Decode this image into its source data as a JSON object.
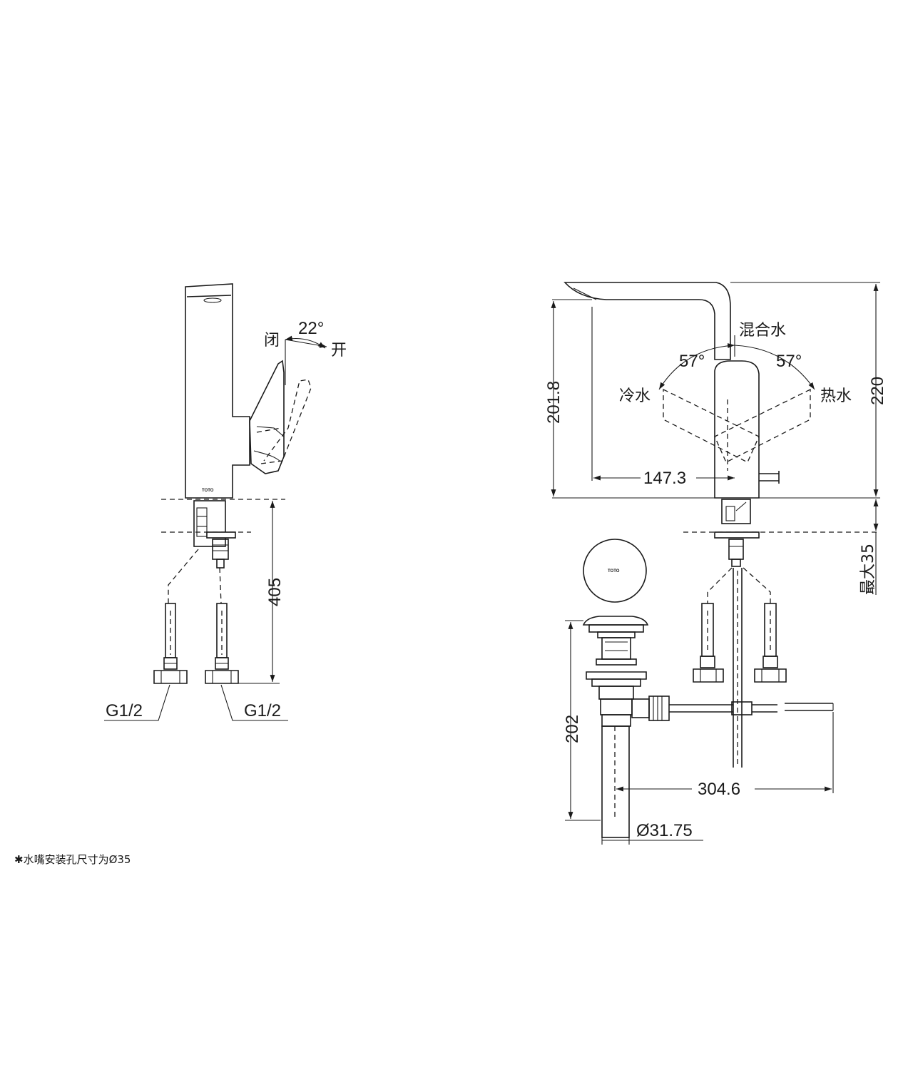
{
  "labels": {
    "closed": "闭",
    "open": "开",
    "lever_angle": "22°",
    "mixed_water": "混合水",
    "cold_water": "冷水",
    "hot_water": "热水",
    "left_angle": "57°",
    "right_angle": "57°",
    "brand": "TOTO"
  },
  "dimensions": {
    "height_total": "220",
    "spout_height": "201.8",
    "spout_reach": "147.3",
    "hose_length": "405",
    "max_thickness": "最大35",
    "drain_height": "202",
    "drain_length": "304.6",
    "drain_diameter": "Ø31.75",
    "thread_left": "G1/2",
    "thread_right": "G1/2"
  },
  "footnote": "✱水嘴安装孔尺寸为Ø35"
}
